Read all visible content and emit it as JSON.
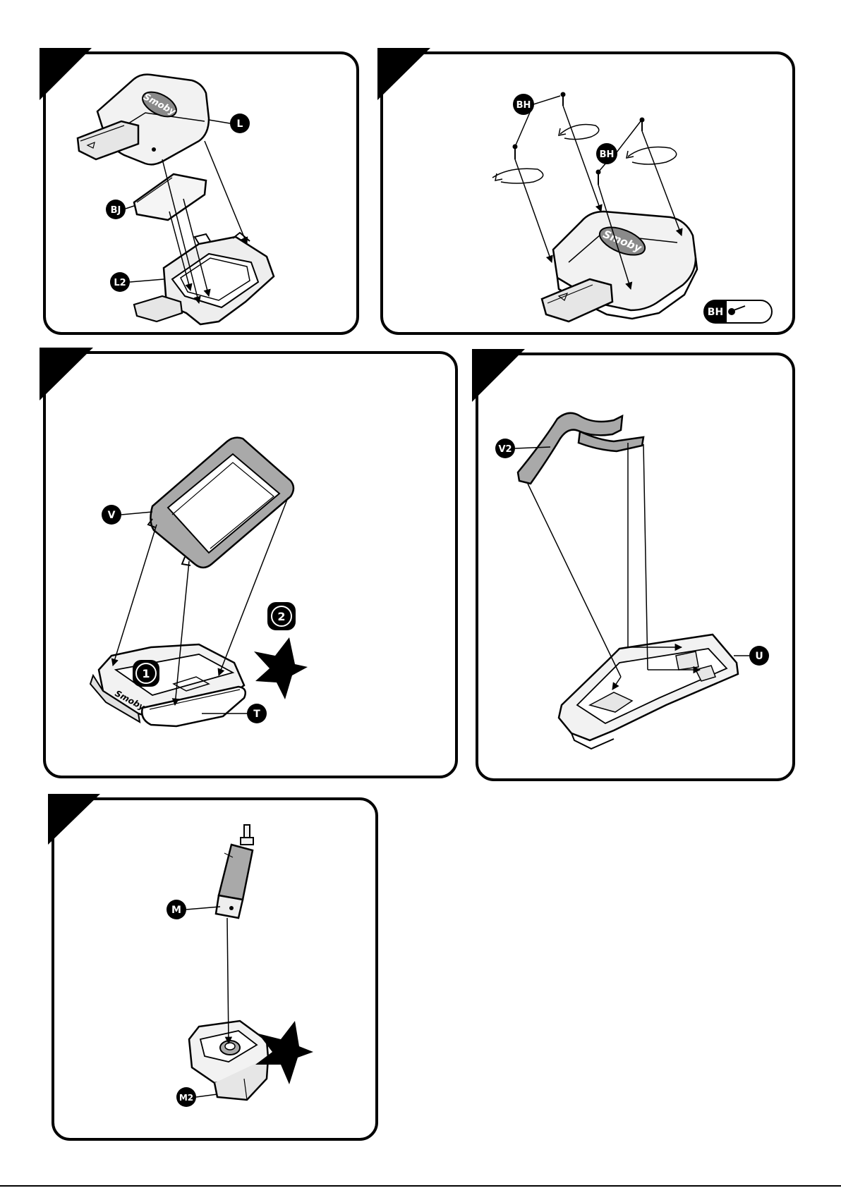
{
  "brand": {
    "logo_text": "Smoby"
  },
  "panels": {
    "step_a": {
      "labels": {
        "lid": "L",
        "battery": "BJ",
        "base": "L2"
      }
    },
    "step_b": {
      "labels": {
        "screw_1": "BH",
        "screw_2": "BH"
      },
      "legend": {
        "code": "BH"
      }
    },
    "step_c": {
      "labels": {
        "frame": "V",
        "tray": "T"
      },
      "steps": {
        "first": "1",
        "second": "2"
      }
    },
    "step_d": {
      "labels": {
        "visor": "V2",
        "base": "U"
      }
    },
    "step_e": {
      "labels": {
        "handle": "M",
        "mount": "M2"
      }
    }
  },
  "colors": {
    "outline": "#000000",
    "part_fill": "#f2f2f2",
    "part_shade": "#a9a9a9",
    "label_bg": "#000000",
    "label_fg": "#ffffff"
  },
  "icons": [
    "rotation-arrow-icon",
    "click-star-icon",
    "screw-icon"
  ]
}
